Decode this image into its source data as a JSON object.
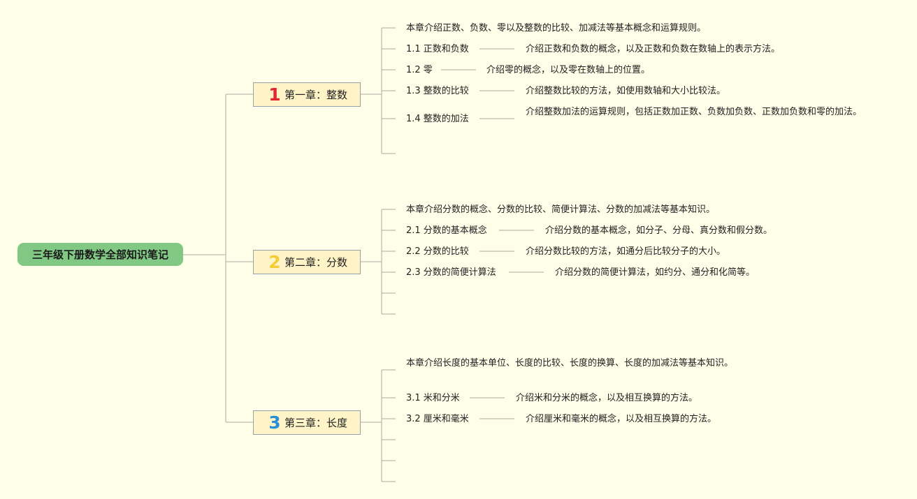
{
  "root": {
    "title": "三年级下册数学全部知识笔记"
  },
  "chapters": [
    {
      "badge": "1",
      "badge_color": "#e0262f",
      "title": "第一章：整数",
      "intro": "本章介绍正数、负数、零以及整数的比较、加减法等基本概念和运算规则。",
      "sections": [
        {
          "title": "1.1 正数和负数",
          "desc": "介绍正数和负数的概念，以及正数和负数在数轴上的表示方法。"
        },
        {
          "title": "1.2 零",
          "desc": "介绍零的概念，以及零在数轴上的位置。"
        },
        {
          "title": "1.3 整数的比较",
          "desc": "介绍整数比较的方法，如使用数轴和大小比较法。"
        },
        {
          "title": "1.4 整数的加法",
          "desc": "介绍整数加法的运算规则，包括正数加正数、负数加负数、正数加负数和零的加法。"
        }
      ]
    },
    {
      "badge": "2",
      "badge_color": "#f4cd36",
      "title": "第二章：分数",
      "intro": "本章介绍分数的概念、分数的比较、简便计算法、分数的加减法等基本知识。",
      "sections": [
        {
          "title": "2.1 分数的基本概念",
          "desc": "介绍分数的基本概念，如分子、分母、真分数和假分数。"
        },
        {
          "title": "2.2 分数的比较",
          "desc": "介绍分数比较的方法，如通分后比较分子的大小。"
        },
        {
          "title": "2.3 分数的简便计算法",
          "desc": "介绍分数的简便计算法，如约分、通分和化简等。"
        }
      ]
    },
    {
      "badge": "3",
      "badge_color": "#2b8fd6",
      "title": "第三章：长度",
      "intro": "本章介绍长度的基本单位、长度的比较、长度的换算、长度的加减法等基本知识。",
      "sections": [
        {
          "title": "3.1 米和分米",
          "desc": "介绍米和分米的概念，以及相互换算的方法。"
        },
        {
          "title": "3.2 厘米和毫米",
          "desc": "介绍厘米和毫米的概念，以及相互换算的方法。"
        }
      ]
    }
  ],
  "colors": {
    "background": "#fefee9",
    "root_fill": "#80c883",
    "chapter_fill": "#fff4c7",
    "connector": "#bdbdb0"
  }
}
